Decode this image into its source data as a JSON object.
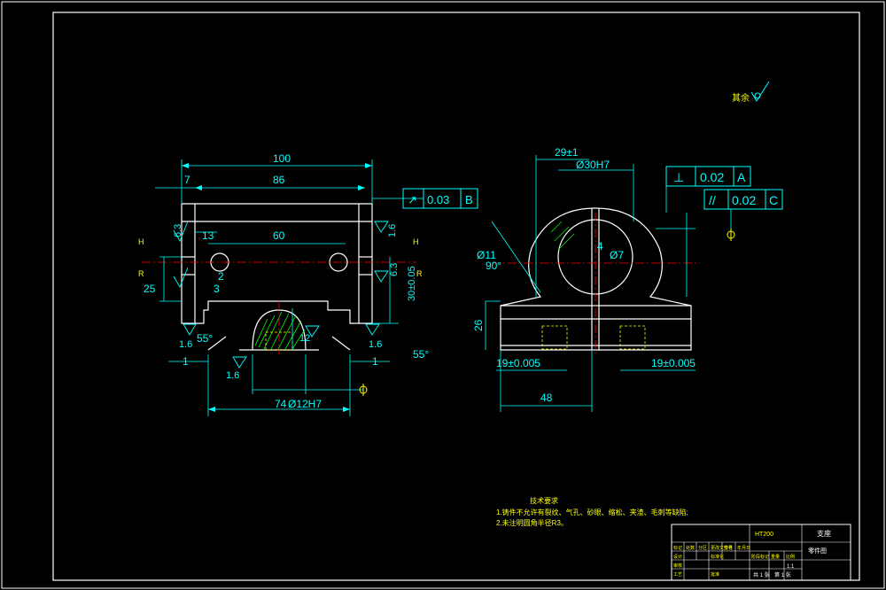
{
  "drawing": {
    "colors": {
      "background": "#000000",
      "outline": "#ffffff",
      "dimension": "#00ffff",
      "centerline": "#ff0000",
      "hatch": "#00ff00",
      "hidden": "#ffff00",
      "symbol": "#00ffff",
      "text_yellow": "#ffff00"
    },
    "roughness_note": {
      "prefix": "其余",
      "symbol": "√"
    },
    "front_view": {
      "dims": {
        "overall_width": "100",
        "inner_width": "86",
        "edge_offset": "7",
        "hole_offset": "13",
        "hole_spacing": "60",
        "height_25": "25",
        "dim_3": "3",
        "dim_2": "2",
        "height_30": "30±0.05",
        "bore_depth": "12",
        "width_74": "74",
        "bore_dia": "Ø12H7",
        "chamfer_1": "1",
        "angle": "55°",
        "mark_H": "H",
        "mark_R": "R"
      },
      "roughness": [
        "1.6",
        "6.3",
        "1.6",
        "1.6",
        "6.3",
        "1.6"
      ],
      "tolerance_frame": {
        "symbol": "↗",
        "value": "0.03",
        "datum": "B"
      }
    },
    "side_view": {
      "dims": {
        "top_29": "29±1",
        "bore_30": "Ø30H7",
        "hole_11": "Ø11",
        "angle_90": "90°",
        "dim_4": "4",
        "hole_7": "Ø7",
        "height_26": "26",
        "left_19": "19±0.005",
        "right_19": "19±0.005",
        "width_48": "48"
      },
      "frame_perp": {
        "symbol": "⊥",
        "value": "0.02",
        "datum": "A"
      },
      "frame_parallel": {
        "symbol": "//",
        "value": "0.02",
        "datum": "C"
      }
    },
    "notes": {
      "title": "技术要求",
      "lines": [
        "1.铸件不允许有裂纹、气孔、砂眼、缩松、夹渣、毛刺等缺陷;",
        "2.未注明圆角半径R3。"
      ]
    },
    "title_block": {
      "name": "支座",
      "material": "HT200",
      "part_no": "零件图",
      "scale": "1:1",
      "sheet_total": "共 1 张",
      "sheet_no": "第 1 张",
      "row_labels": [
        "标记",
        "设计",
        "审核",
        "工艺"
      ],
      "col_labels": [
        "处数",
        "分区",
        "更改文件号",
        "签名",
        "年月日"
      ],
      "misc_labels": [
        "标准化",
        "批准",
        "阶段标记",
        "重量",
        "比例"
      ]
    }
  }
}
